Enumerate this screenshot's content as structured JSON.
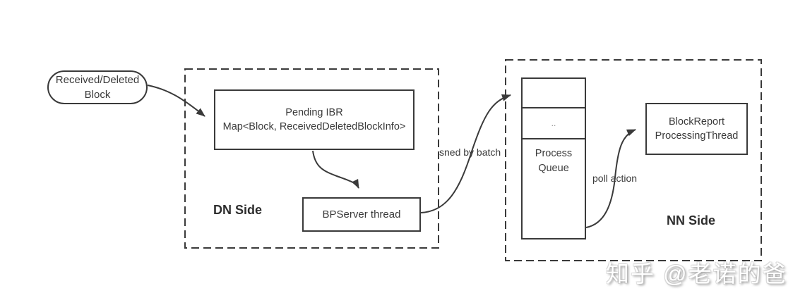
{
  "diagram": {
    "nodes": {
      "received_deleted_block": {
        "line1": "Received/Deleted",
        "line2": "Block"
      },
      "pending_ibr": {
        "line1": "Pending IBR",
        "line2": "Map<Block, ReceivedDeletedBlockInfo>"
      },
      "bpserver_thread": {
        "label": "BPServer thread"
      },
      "process_queue": {
        "ellipsis_cell": "..",
        "line1": "Process",
        "line2": "Queue"
      },
      "blockreport_thread": {
        "line1": "BlockReport",
        "line2": "ProcessingThread"
      }
    },
    "groups": {
      "dn_side": {
        "label": "DN Side"
      },
      "nn_side": {
        "label": "NN Side"
      }
    },
    "edge_labels": {
      "send_by_batch": "sned by batch",
      "poll_action": "poll action"
    },
    "watermark": "知乎 @老诺的爸",
    "colors": {
      "line": "#3a3a3a",
      "background": "#ffffff",
      "queue_ellipsis": "#8a8a8a",
      "watermark_fill": "#ffffff",
      "watermark_shadow": "#8c8c8c"
    }
  }
}
